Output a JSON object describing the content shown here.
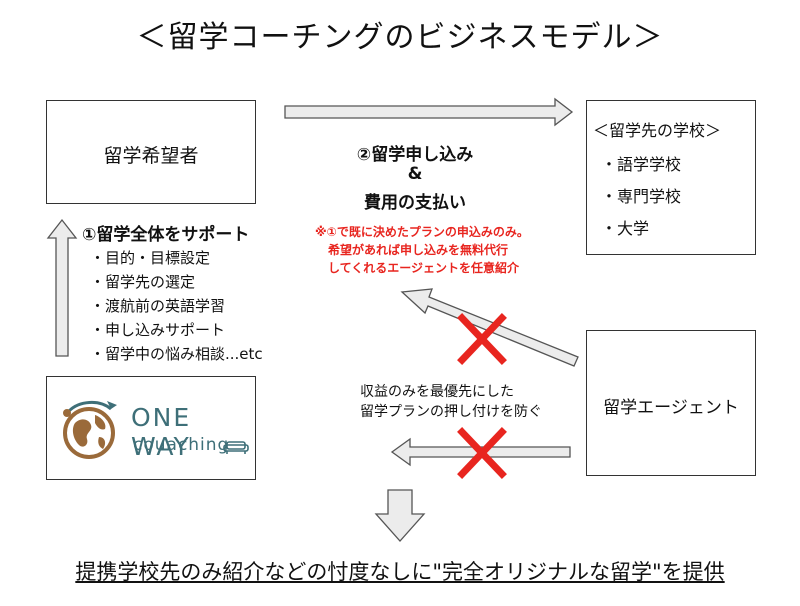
{
  "title": "＜留学コーチングのビジネスモデル＞",
  "student_box": {
    "label": "留学希望者"
  },
  "school_box": {
    "heading": "＜留学先の学校＞",
    "items": [
      "・語学学校",
      "・専門学校",
      "・大学"
    ]
  },
  "agent_box": {
    "label": "留学エージェント"
  },
  "logo": {
    "name": "ONE WAY",
    "sub": "couaching"
  },
  "support": {
    "heading": "①留学全体をサポート",
    "items": [
      "・目的・目標設定",
      "・留学先の選定",
      "・渡航前の英語学習",
      "・申し込みサポート",
      "・留学中の悩み相談...etc"
    ]
  },
  "application": {
    "line1": "②留学申し込み",
    "line2": "&",
    "line3": "費用の支払い"
  },
  "note": {
    "line1": "※①で既に決めたプランの申込みのみ。",
    "line2": "希望があれば申し込みを無料代行",
    "line3": "してくれるエージェントを任意紹介"
  },
  "prevent": {
    "line1": "収益のみを最優先にした",
    "line2": "留学プランの押し付けを防ぐ"
  },
  "bottom_text": "提携学校先のみ紹介などの忖度なしに\"完全オリジナルな留学\"を提供",
  "colors": {
    "cross": "#e8251f",
    "note": "#e8251f",
    "arrow_fill": "#ececec",
    "arrow_stroke": "#555555",
    "logo_brown": "#9a6a3a",
    "logo_teal": "#3e6f78"
  }
}
